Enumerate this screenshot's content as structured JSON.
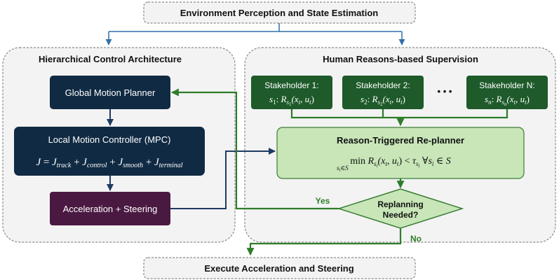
{
  "top_box": {
    "label": "Environment Perception and State Estimation"
  },
  "bottom_box": {
    "label": "Execute Acceleration and Steering"
  },
  "left_panel": {
    "title": "Hierarchical Control Architecture",
    "global_planner": {
      "label": "Global Motion Planner"
    },
    "local_controller": {
      "label": "Local Motion Controller (MPC)",
      "cost_J": "J",
      "cost_eq": "=",
      "term_track": "track",
      "term_control": "control",
      "term_smooth": "smooth",
      "term_terminal": "terminal",
      "plus": "+"
    },
    "actuation": {
      "label": "Acceleration + Steering"
    }
  },
  "right_panel": {
    "title": "Human Reasons-based Supervision",
    "stakeholders": [
      {
        "label": "Stakeholder 1:",
        "s": "s",
        "sub": "1",
        "R": "R",
        "Rsub": "s",
        "Rsubsub": "1",
        "args": "(x",
        "t1": "t",
        "comma": ", u",
        "t2": "t",
        "close": ")"
      },
      {
        "label": "Stakeholder 2:",
        "s": "s",
        "sub": "2",
        "R": "R",
        "Rsub": "s",
        "Rsubsub": "2",
        "args": "(x",
        "t1": "t",
        "comma": ", u",
        "t2": "t",
        "close": ")"
      },
      {
        "label": "Stakeholder N:",
        "s": "s",
        "sub": "n",
        "R": "R",
        "Rsub": "s",
        "Rsubsub": "n",
        "args": "(x",
        "t1": "t",
        "comma": ", u",
        "t2": "t",
        "close": ")"
      }
    ],
    "ellipsis": "• • •",
    "replanner": {
      "title": "Reason-Triggered Re-planner",
      "min": "min",
      "min_sub": "s",
      "min_sub2": "i",
      "min_sub3": "∈S",
      "R": "R",
      "Rsub": "s",
      "Rsubsub": "i",
      "args": "(x",
      "t1": "t",
      "comma": ", u",
      "t2": "t",
      "close": ")",
      "lt": "<",
      "tau": "τ",
      "tau_sub": "s",
      "tau_subsub": "i",
      "forall": "∀s",
      "forall_sub": "i",
      "in_S": "∈ S"
    },
    "decision": {
      "line1": "Replanning",
      "line2": "Needed?"
    }
  },
  "labels": {
    "yes": "Yes",
    "no": "No"
  },
  "colors": {
    "navy": "#102a43",
    "purple": "#4a1942",
    "dark_green": "#1e5a2a",
    "light_green": "#c8e6b8",
    "green_stroke": "#3a7d34",
    "arrow_green": "#2e7d2a",
    "arrow_navy": "#1f3b63",
    "blue_arrow": "#2f6fa8",
    "panel_fill": "#f3f3f3",
    "panel_stroke": "#8a8a8a"
  }
}
